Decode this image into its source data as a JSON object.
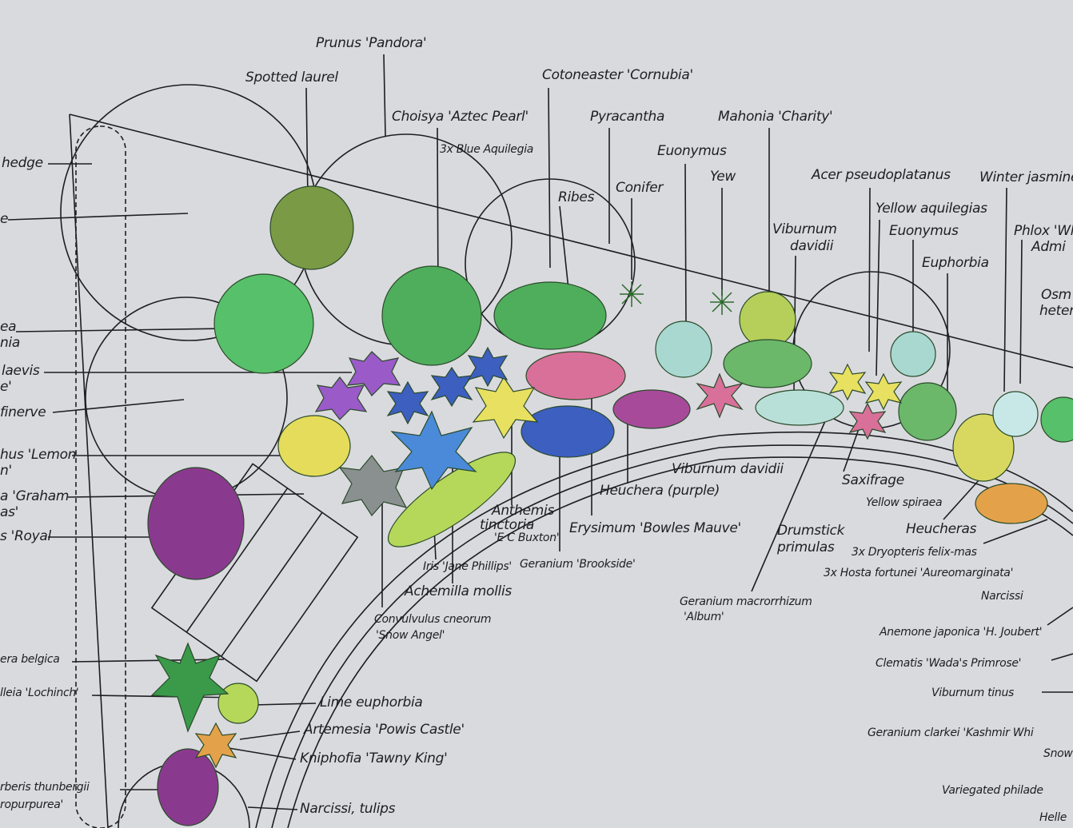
{
  "title": "Garden planting plan",
  "colors": {
    "paper": "#d9dade",
    "ink": "#1e1e22",
    "green": "#4fae5c",
    "olive": "#7b9a45",
    "purple": "#8a3a8e",
    "blue": "#3d5fc0",
    "yellow": "#e4dc5a",
    "pink": "#d8709a",
    "lime": "#b5d85a",
    "grey": "#8a9090",
    "orange": "#e3a24a"
  },
  "labels": [
    "hedge",
    "e",
    "ea",
    "nia",
    "laevis",
    "e'",
    "finerve",
    "hus 'Lemon",
    "n'",
    "a 'Graham",
    "as'",
    "s 'Royal",
    "era belgica",
    "lleia 'Lochinch'",
    "rberis thunbergii",
    "ropurpurea'",
    "Prunus 'Pandora'",
    "Spotted laurel",
    "Cotoneaster 'Cornubia'",
    "Choisya 'Aztec Pearl'",
    "3x Blue Aquilegia",
    "Pyracantha",
    "Mahonia 'Charity'",
    "Euonymus",
    "Ribes",
    "Conifer",
    "Yew",
    "Acer pseudoplatanus",
    "Winter jasmine",
    "Yellow aquilegias",
    "Viburnum",
    "davidii",
    "Euonymus",
    "Phlox 'Wh",
    "Admi",
    "Euphorbia",
    "Osm",
    "heter",
    "Viburnum davidii",
    "Saxifrage",
    "Yellow spiraea",
    "Heuchera (purple)",
    "Anthemis",
    "tinctoria",
    "'E C Buxton'",
    "Erysimum 'Bowles Mauve'",
    "Heucheras",
    "Drumstick",
    "primulas",
    "3x Dryopteris felix-mas",
    "Iris 'Jane Phillips'",
    "Geranium 'Brookside'",
    "3x Hosta fortunei 'Aureomarginata'",
    "Achemilla mollis",
    "Geranium macrorrhizum",
    "'Album'",
    "Narcissi",
    "Convulvulus cneorum",
    "'Snow Angel'",
    "Anemone japonica 'H. Joubert'",
    "Clematis 'Wada's Primrose'",
    "Lime euphorbia",
    "Viburnum tinus",
    "Artemesia 'Powis Castle'",
    "Geranium clarkei 'Kashmir Whi",
    "Kniphofia 'Tawny King'",
    "Snow",
    "Variegated philade",
    "Narcissi, tulips",
    "Helle"
  ]
}
